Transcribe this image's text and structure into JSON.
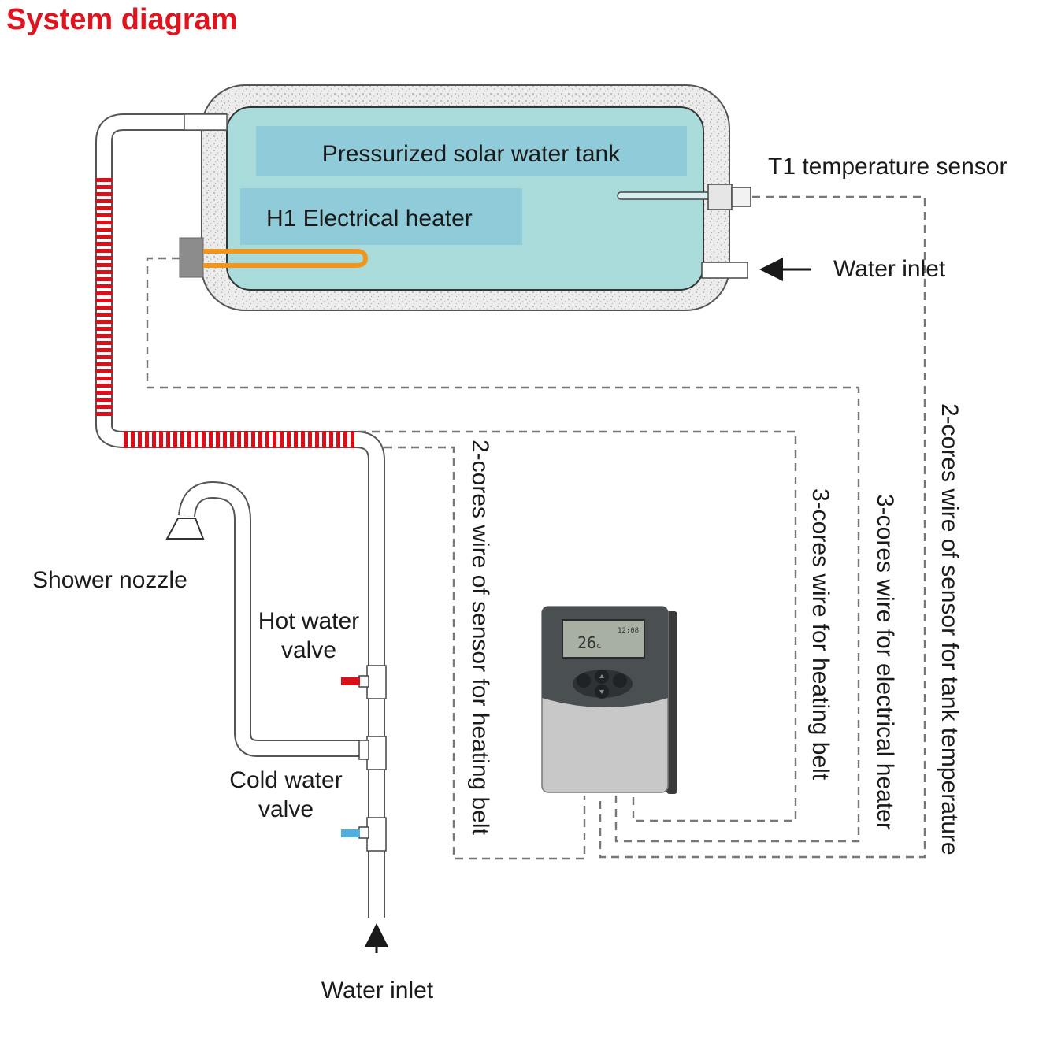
{
  "title": "System diagram",
  "labels": {
    "tank": "Pressurized solar water tank",
    "heater": "H1 Electrical heater",
    "t1_sensor": "T1 temperature sensor",
    "water_inlet_tank": "Water inlet",
    "shower_nozzle": "Shower nozzle",
    "hot_valve_line1": "Hot water",
    "hot_valve_line2": "valve",
    "cold_valve_line1": "Cold water",
    "cold_valve_line2": "valve",
    "water_inlet_bottom": "Water inlet",
    "wire_heating_belt_sensor": "2-cores wire of sensor for heating belt",
    "wire_heating_belt": "3-cores wire for heating belt",
    "wire_electrical_heater": "3-cores wire for electrical heater",
    "wire_tank_sensor": "2-cores wire of sensor for tank temperature"
  },
  "controller": {
    "display_temp": "26",
    "display_unit": "c",
    "display_time": "12:08"
  },
  "colors": {
    "title": "#e0141e",
    "tank_water": "#a9dbdb",
    "label_box": "#8fcbd8",
    "heater": "#f0961e",
    "heating_belt": "#d8101a",
    "hot_handle": "#d8101a",
    "cold_handle": "#4fb0e0"
  }
}
